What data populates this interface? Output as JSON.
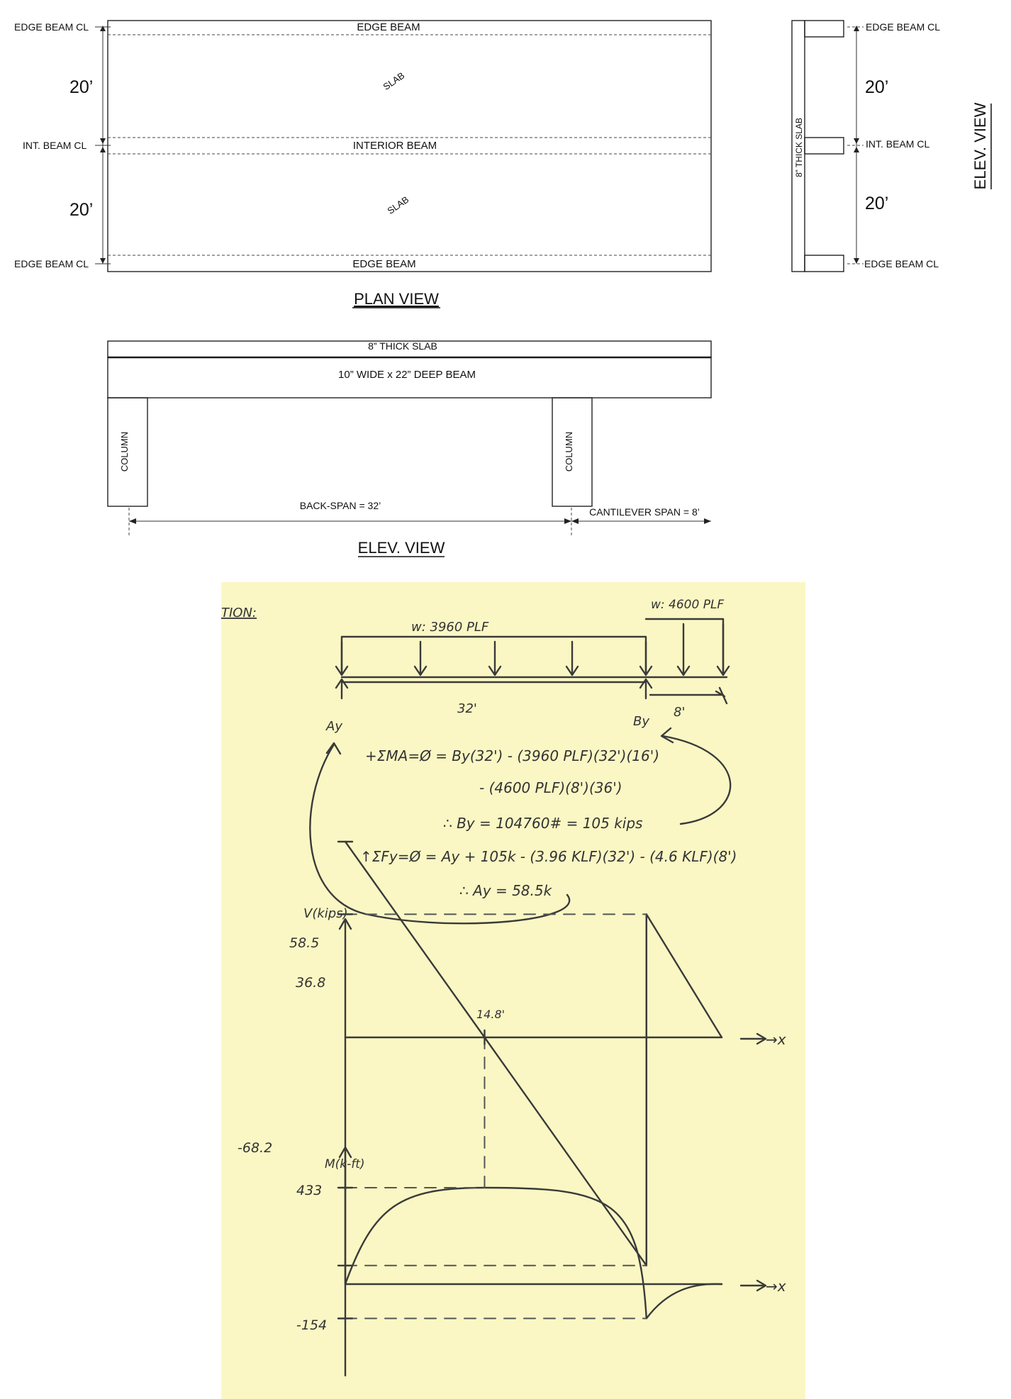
{
  "plan": {
    "edge_cl_top": "EDGE BEAM CL",
    "int_cl": "INT. BEAM CL",
    "edge_cl_bot": "EDGE BEAM CL",
    "dim_top": "20’",
    "dim_bot": "20’",
    "edge_beam_top": "EDGE BEAM",
    "interior_beam": "INTERIOR BEAM",
    "edge_beam_bot": "EDGE BEAM",
    "slab_1": "SLAB",
    "slab_2": "SLAB",
    "title": "PLAN VIEW"
  },
  "side_elev": {
    "slab": "8” THICK SLAB",
    "edge_cl_top": "EDGE BEAM CL",
    "int_cl": "INT. BEAM CL",
    "edge_cl_bot": "EDGE BEAM CL",
    "dim_top": "20’",
    "dim_bot": "20’",
    "title": "ELEV. VIEW"
  },
  "elev": {
    "slab": "8” THICK SLAB",
    "beam": "10” WIDE x 22” DEEP BEAM",
    "column_left": "COLUMN",
    "column_right": "COLUMN",
    "back_span": "BACK-SPAN = 32’",
    "cantilever_span": "CANTILEVER SPAN = 8’",
    "title": "ELEV. VIEW"
  },
  "notes": {
    "heading": "TION:",
    "w1": "w: 3960 PLF",
    "w2": "w: 4600 PLF",
    "span_back": "32'",
    "span_cant": "8'",
    "ay": "Ay",
    "by": "By",
    "eq1": "+ΣMA=Ø = By(32') - (3960 PLF)(32')(16')",
    "eq2": "- (4600 PLF)(8')(36')",
    "eq3": "∴ By = 104760# = 105 kips",
    "eq4": "↑ΣFy=Ø = Ay + 105k - (3.96 KLF)(32') - (4.6 KLF)(8')",
    "eq5": "∴ Ay = 58.5k"
  },
  "shear": {
    "axis_label": "V(kips)",
    "x_label": "→x",
    "v_max_label": "58.5",
    "v_cant_label": "36.8",
    "v_min_label": "-68.2",
    "zero_location_label": "14.8'"
  },
  "moment": {
    "axis_label": "M(k-ft)",
    "x_label": "→x",
    "m_max_label": "433",
    "m_min_label": "-154"
  },
  "colors": {
    "paper": "#faf7c4",
    "pencil": "#3a3a3a",
    "ink": "#111111"
  },
  "chart_data": [
    {
      "type": "line",
      "title": "",
      "xlabel": "x",
      "ylabel": "V(kips)",
      "x": [
        0,
        14.8,
        32,
        32,
        40
      ],
      "values": [
        58.5,
        0,
        -68.2,
        36.8,
        0
      ]
    },
    {
      "type": "line",
      "title": "",
      "xlabel": "x",
      "ylabel": "M(k-ft)",
      "x": [
        0,
        14.8,
        32,
        40
      ],
      "values": [
        0,
        433,
        -154,
        0
      ]
    }
  ]
}
